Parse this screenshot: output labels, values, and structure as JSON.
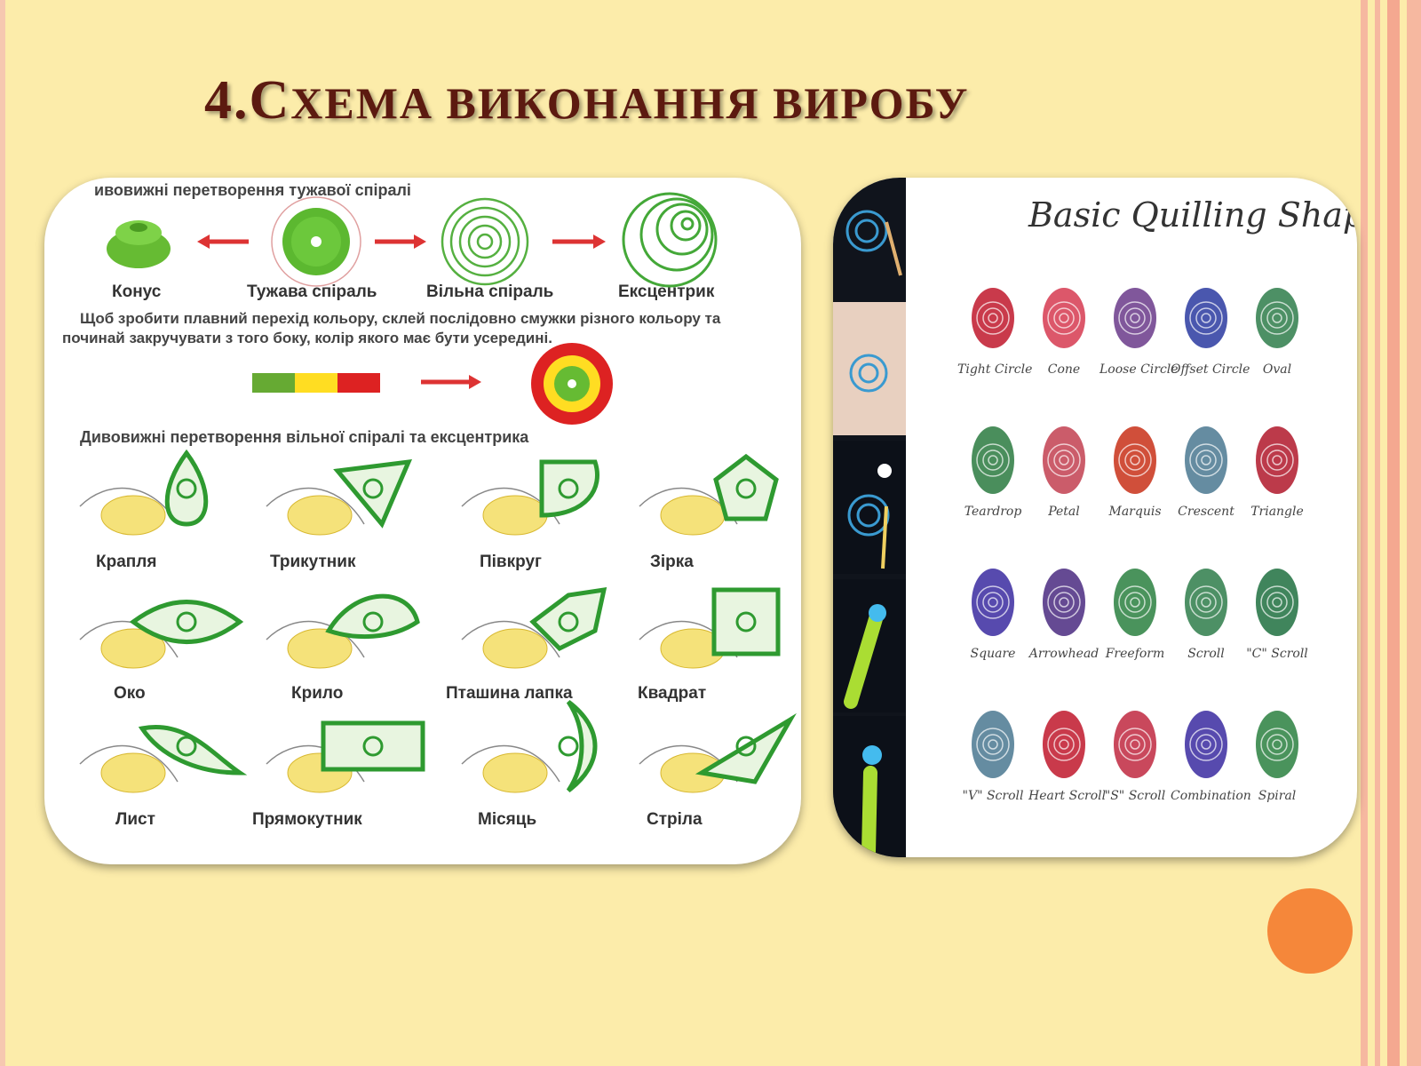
{
  "slide": {
    "title_num": "4.",
    "title_c": "С",
    "title_rest": "ХЕМА ВИКОНАННЯ ВИРОБУ",
    "accent_color": "#f5873a",
    "title_color": "#5c1a10"
  },
  "left_card": {
    "header1": "ивовижні перетворення тужавої спіралі",
    "row1_labels": [
      "Конус",
      "Тужава спіраль",
      "Вільна спіраль",
      "Ексцентрик"
    ],
    "note_line1": "Щоб зробити плавний перехід  кольору,  склей послідовно смужки різного кольору та",
    "note_line2": "починай  закручувати з того боку, колір якого має бути усередині.",
    "header2": "Дивовижні перетворення вільної спіралі та ексцентрика",
    "shape_labels": [
      "Крапля",
      "Трикутник",
      "Півкруг",
      "Зірка",
      "Око",
      "Крило",
      "Пташина лапка",
      "Квадрат",
      "Лист",
      "Прямокутник",
      "Місяць",
      "Стріла"
    ]
  },
  "right_card": {
    "title": "Basic Quilling Shapes",
    "shapes": [
      {
        "label": "Tight Circle",
        "color": "#c0182c"
      },
      {
        "label": "Cone",
        "color": "#d63a50"
      },
      {
        "label": "Loose Circle",
        "color": "#6a3a8a"
      },
      {
        "label": "Offset Circle",
        "color": "#2a3aa0"
      },
      {
        "label": "Oval",
        "color": "#2e7d4a"
      },
      {
        "label": "Teardrop",
        "color": "#2a7a40"
      },
      {
        "label": "Petal",
        "color": "#c24050"
      },
      {
        "label": "Marquis",
        "color": "#c83018"
      },
      {
        "label": "Crescent",
        "color": "#4a7890"
      },
      {
        "label": "Triangle",
        "color": "#b0182a"
      },
      {
        "label": "Square",
        "color": "#3a2aa0"
      },
      {
        "label": "Arrowhead",
        "color": "#4a2a80"
      },
      {
        "label": "Freeform",
        "color": "#2a8040"
      },
      {
        "label": "Scroll",
        "color": "#2e7d4a"
      },
      {
        "label": "\"C\" Scroll",
        "color": "#1e7040"
      },
      {
        "label": "\"V\" Scroll",
        "color": "#4a7890"
      },
      {
        "label": "Heart Scroll",
        "color": "#c0182c"
      },
      {
        "label": "\"S\" Scroll",
        "color": "#c02840"
      },
      {
        "label": "Combination",
        "color": "#3a2aa0"
      },
      {
        "label": "Spiral",
        "color": "#2a8040"
      }
    ]
  }
}
